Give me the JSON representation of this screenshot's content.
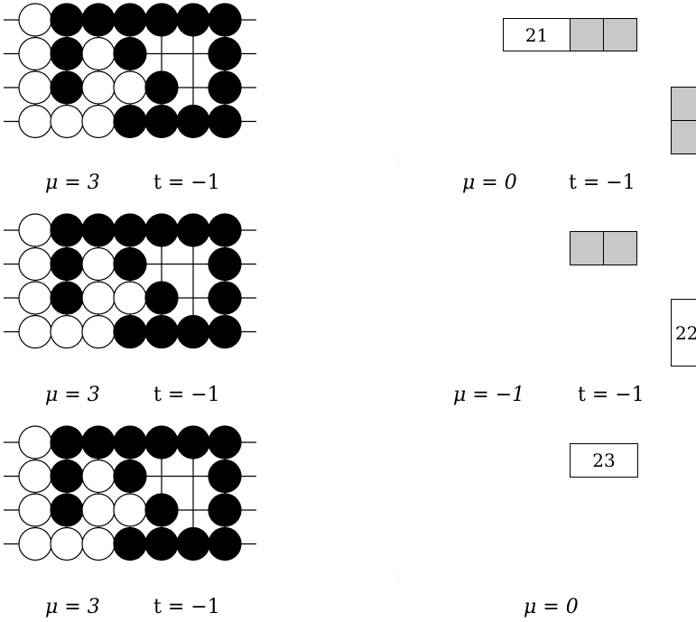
{
  "boards": [
    {
      "rows": [
        "WBBBBBB",
        "WBWB..B",
        "WBWWB.B",
        "WWWBBBB"
      ],
      "caption_mu": "μ = 3",
      "caption_t": "t = −1"
    },
    {
      "rows": [
        "WBBBBBB",
        "WBWB..B",
        "WBWWB.B",
        "WWWBBBB"
      ],
      "caption_mu": "μ = 3",
      "caption_t": "t = −1"
    },
    {
      "rows": [
        "WBBBBBB",
        "WBWB..B",
        "WBWWB.B",
        "WWWBBBB"
      ],
      "caption_mu": "μ = 3",
      "caption_t": "t = −1"
    }
  ],
  "right_captions": [
    {
      "mu": "μ = 0",
      "t": "t = −1"
    },
    {
      "mu": "μ = −1",
      "t": "t = −1"
    },
    {
      "mu": "μ = 0",
      "t": ""
    }
  ],
  "boxes": {
    "box_21": "21",
    "box_22": "22",
    "box_23": "23"
  },
  "colors": {
    "black_stone": "#000000",
    "white_stone": "#ffffff",
    "grey_cell": "#c8c8c8"
  }
}
